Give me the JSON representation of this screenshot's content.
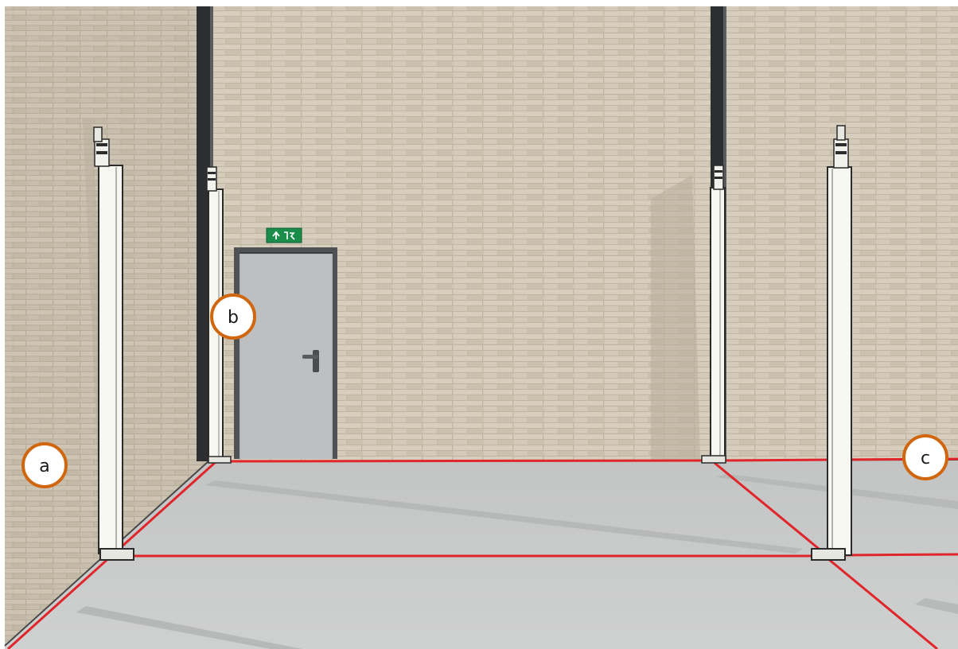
{
  "markers": [
    {
      "id": "a",
      "label": "a"
    },
    {
      "id": "b",
      "label": "b"
    },
    {
      "id": "c",
      "label": "c"
    }
  ],
  "colors": {
    "wall": "#cdc3b2",
    "wall_back": "#d2c9b9",
    "floor": "#c8c9c9",
    "floor_line": "#e0252b",
    "marker_ring": "#d0670f",
    "post": "#f7f7f2",
    "door": "#b5b7b8",
    "door_frame": "#4f5152",
    "exit_sign": "#1a8d4b"
  },
  "icons": [
    "exit-sign-icon",
    "door-handle-icon"
  ]
}
